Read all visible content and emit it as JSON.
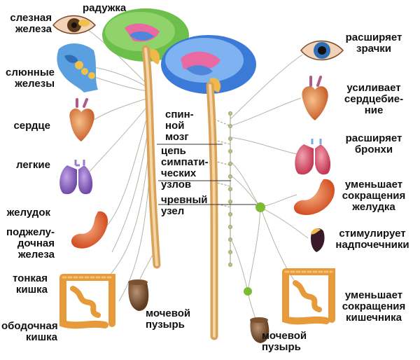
{
  "left_labels": {
    "lacrimal": [
      "слезная",
      "железа"
    ],
    "iris": [
      "радужка"
    ],
    "salivary": [
      "слюнные",
      "железы"
    ],
    "heart": [
      "сердце"
    ],
    "lungs": [
      "легкие"
    ],
    "stomach": [
      "желудок"
    ],
    "pancreas": [
      "поджелу-",
      "дочная",
      "железа"
    ],
    "small_intestine": [
      "тонкая",
      "кишка"
    ],
    "colon": [
      "ободочная",
      "кишка"
    ],
    "bladder": [
      "мочевой",
      "пузырь"
    ]
  },
  "center_labels": {
    "spinal_cord": [
      "спин-",
      "ной",
      "мозг"
    ],
    "chain": [
      "цепь",
      "симпати-",
      "ческих",
      "узлов"
    ],
    "celiac": [
      "чревный",
      "узел"
    ]
  },
  "right_labels": {
    "pupils": [
      "расширяет",
      "зрачки"
    ],
    "heartbeat": [
      "усиливает",
      "сердцебие-",
      "ние"
    ],
    "bronchi": [
      "расширяет",
      "бронхи"
    ],
    "stomach": [
      "уменьшает",
      "сокращения",
      "желудка"
    ],
    "adrenal": [
      "стимулирует",
      "надпочечники"
    ],
    "intestine": [
      "уменьшает",
      "сокращения",
      "кишечника"
    ],
    "bladder": [
      "мочевой",
      "пузырь"
    ]
  }
}
